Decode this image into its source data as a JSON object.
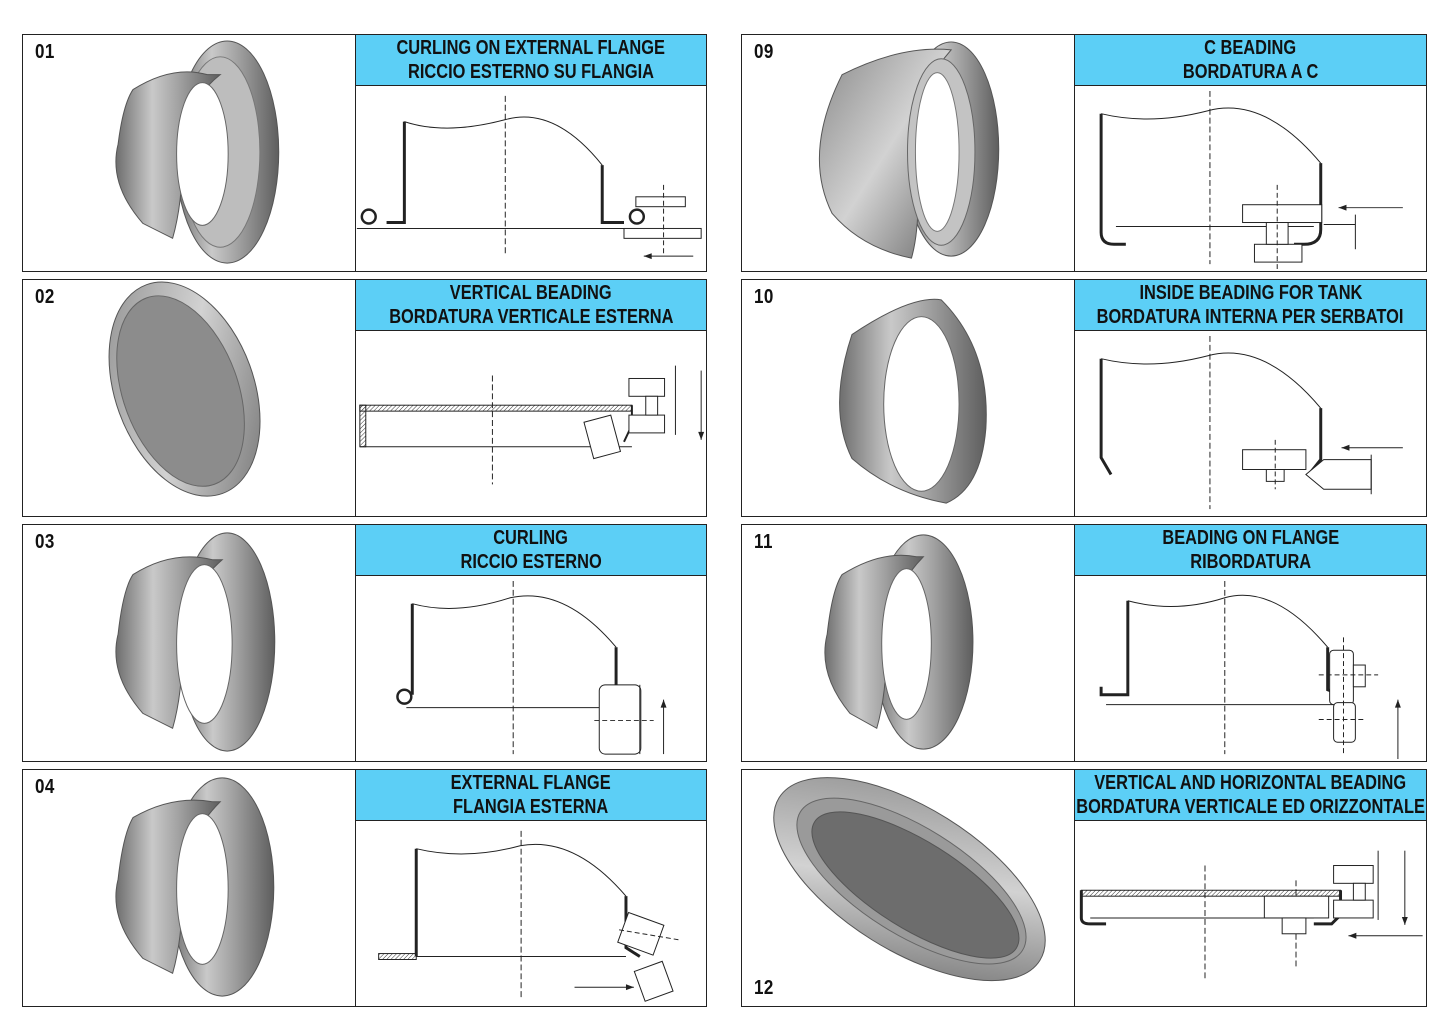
{
  "panels": [
    {
      "number": "01",
      "title_en": "CURLING ON EXTERNAL FLANGE",
      "title_it": "RICCIO ESTERNO SU FLANGIA"
    },
    {
      "number": "02",
      "title_en": "VERTICAL BEADING",
      "title_it": "BORDATURA VERTICALE ESTERNA"
    },
    {
      "number": "03",
      "title_en": "CURLING",
      "title_it": "RICCIO ESTERNO"
    },
    {
      "number": "04",
      "title_en": "EXTERNAL FLANGE",
      "title_it": "FLANGIA ESTERNA"
    },
    {
      "number": "09",
      "title_en": "C BEADING",
      "title_it": "BORDATURA A C"
    },
    {
      "number": "10",
      "title_en": "INSIDE BEADING FOR TANK",
      "title_it": "BORDATURA INTERNA PER SERBATOI"
    },
    {
      "number": "11",
      "title_en": "BEADING ON FLANGE",
      "title_it": "RIBORDATURA"
    },
    {
      "number": "12",
      "title_en": "VERTICAL AND HORIZONTAL BEADING",
      "title_it": "BORDATURA VERTICALE ED ORIZZONTALE"
    }
  ],
  "colors": {
    "title_background": "#5ccff6",
    "border": "#222222",
    "part_metal": "#9a9a9a"
  }
}
